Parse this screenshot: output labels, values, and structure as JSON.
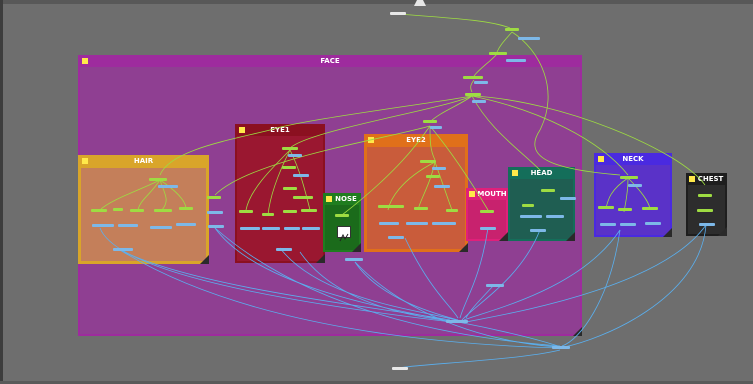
{
  "canvas": {
    "background": "#6e6e6e",
    "wire_colors": {
      "green": "#9edc42",
      "blue": "#5ab0f0"
    }
  },
  "groups": {
    "face": {
      "title": "FACE",
      "color": "#9e2b9e",
      "inner_color": "#8f3f92"
    },
    "hair": {
      "title": "HAIR",
      "color": "#d9a52a",
      "inner_color": "#c47f5a"
    },
    "eye1": {
      "title": "EYE1",
      "color": "#8b1020",
      "inner_color": "#9a1730"
    },
    "nose": {
      "title": "NOSE",
      "color": "#1f7d1f",
      "inner_color": "#1b6b1b"
    },
    "eye2": {
      "title": "EYE2",
      "color": "#e0701a",
      "inner_color": "#c95c3b"
    },
    "mouth": {
      "title": "MOUTH",
      "color": "#e0207a",
      "inner_color": "#c8226e"
    },
    "head": {
      "title": "HEAD",
      "color": "#146e5a",
      "inner_color": "#1f5e52"
    },
    "neck": {
      "title": "NECK",
      "color": "#4a2ae0",
      "inner_color": "#5a32c8"
    },
    "chest": {
      "title": "CHEST",
      "color": "#1e1e1e",
      "inner_color": "#2d2d2d"
    }
  },
  "icons": {
    "group_marker": "yellow-square-icon",
    "resize_corner": "resize-corner-icon",
    "nose_thumbnail": "image-thumbnail-icon"
  }
}
